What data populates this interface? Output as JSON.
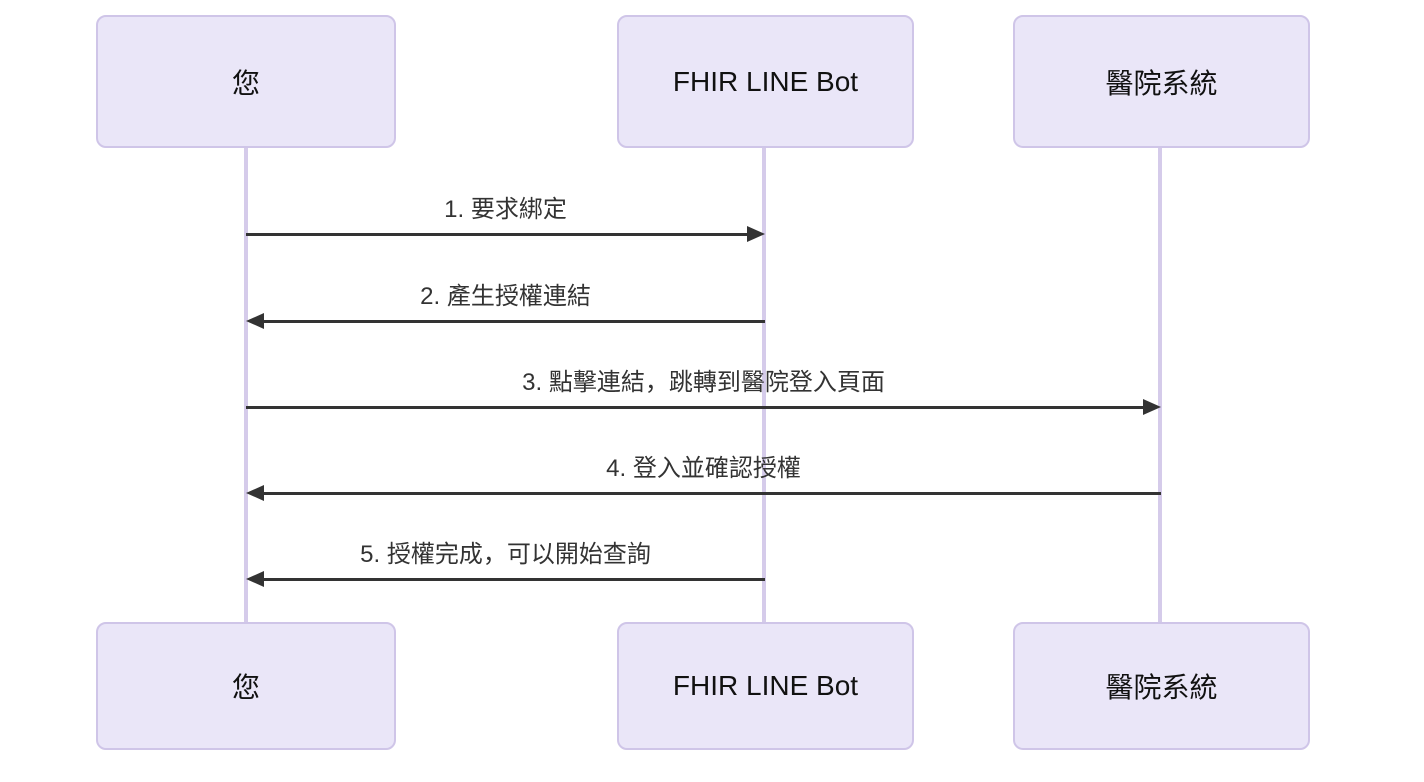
{
  "diagram": {
    "type": "sequence-diagram",
    "actors": [
      {
        "id": "you",
        "name": "您"
      },
      {
        "id": "fhir-line-bot",
        "name": "FHIR LINE Bot"
      },
      {
        "id": "hospital-system",
        "name": "醫院系統"
      }
    ],
    "messages": [
      {
        "seq": 1,
        "label": "1. 要求綁定",
        "from": "您",
        "to": "FHIR LINE Bot",
        "direction": "right"
      },
      {
        "seq": 2,
        "label": "2. 產生授權連結",
        "from": "FHIR LINE Bot",
        "to": "您",
        "direction": "left"
      },
      {
        "seq": 3,
        "label": "3. 點擊連結，跳轉到醫院登入頁面",
        "from": "您",
        "to": "醫院系統",
        "direction": "right"
      },
      {
        "seq": 4,
        "label": "4. 登入並確認授權",
        "from": "醫院系統",
        "to": "您",
        "direction": "left"
      },
      {
        "seq": 5,
        "label": "5. 授權完成，可以開始查詢",
        "from": "FHIR LINE Bot",
        "to": "您",
        "direction": "left"
      }
    ],
    "colors": {
      "actor_fill": "#EAE6F8",
      "actor_border": "#CFC5E8",
      "lifeline": "#D5CBEA",
      "arrow": "#333333",
      "message_text": "#333333",
      "actor_text": "#111111",
      "background": "#ffffff"
    }
  }
}
